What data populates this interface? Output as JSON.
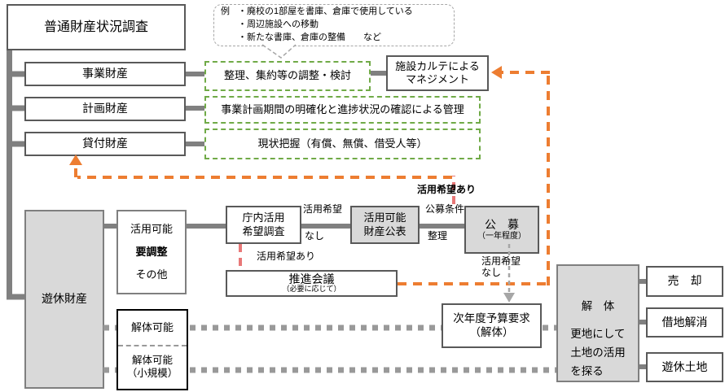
{
  "title": "普通財産状況調査",
  "bubble": {
    "prefix": "例",
    "items": [
      "・廃校の1部屋を書庫、倉庫で使用している",
      "・周辺施設への移動",
      "・新たな書庫、倉庫の整備　　など"
    ]
  },
  "property_rows": {
    "jigyo": {
      "label": "事業財産",
      "action": "整理、集約等の調整・検討"
    },
    "keikaku": {
      "label": "計画財産",
      "action": "事業計画期間の明確化と進捗状況の確認による管理"
    },
    "kashitsuke": {
      "label": "貸付財産",
      "action": "現状把握（有償、無償、借受人等）"
    }
  },
  "facility_karte": {
    "label": "施設カルテによるマネジメント"
  },
  "idle": {
    "label": "遊休財産",
    "usable": {
      "line1": "活用可能",
      "line2": "要調整",
      "line3": "その他"
    },
    "demolishable": {
      "upper": "解体可能",
      "lower1": "解体可能",
      "lower2": "（小規模）"
    }
  },
  "process": {
    "chonai": {
      "line1": "庁内活用",
      "line2": "希望調査"
    },
    "kohyo": {
      "line1": "活用可能",
      "line2": "財産公表"
    },
    "kobo": {
      "main": "公　募",
      "sub": "（一年程度）"
    },
    "suishin": {
      "main": "推進会議",
      "sub": "（必要に応じて）"
    },
    "yosan": {
      "line1": "次年度予算要求",
      "line2": "（解体）"
    }
  },
  "demolition": {
    "label": "解　体",
    "desc1": "更地にして",
    "desc2": "土地の活用",
    "desc3": "を探る"
  },
  "outcomes": {
    "sale": "売　却",
    "lease_cancel": "借地解消",
    "idle_land": "遊休土地"
  },
  "edge_labels": {
    "katsuyo_kibo": "活用希望",
    "nashi": "なし",
    "kobo_joken": "公募条件",
    "seiri": "整理",
    "katsuyo_kibo_ari": "活用希望あり",
    "katsuyo_kibo2": "活用希望",
    "nashi2": "なし"
  },
  "colors": {
    "accent_orange": "#ED7D31",
    "accent_green": "#70AA47",
    "accent_pink": "#E87878",
    "connector_gray": "#808080",
    "box_fill_gray": "#D9D9D9"
  }
}
